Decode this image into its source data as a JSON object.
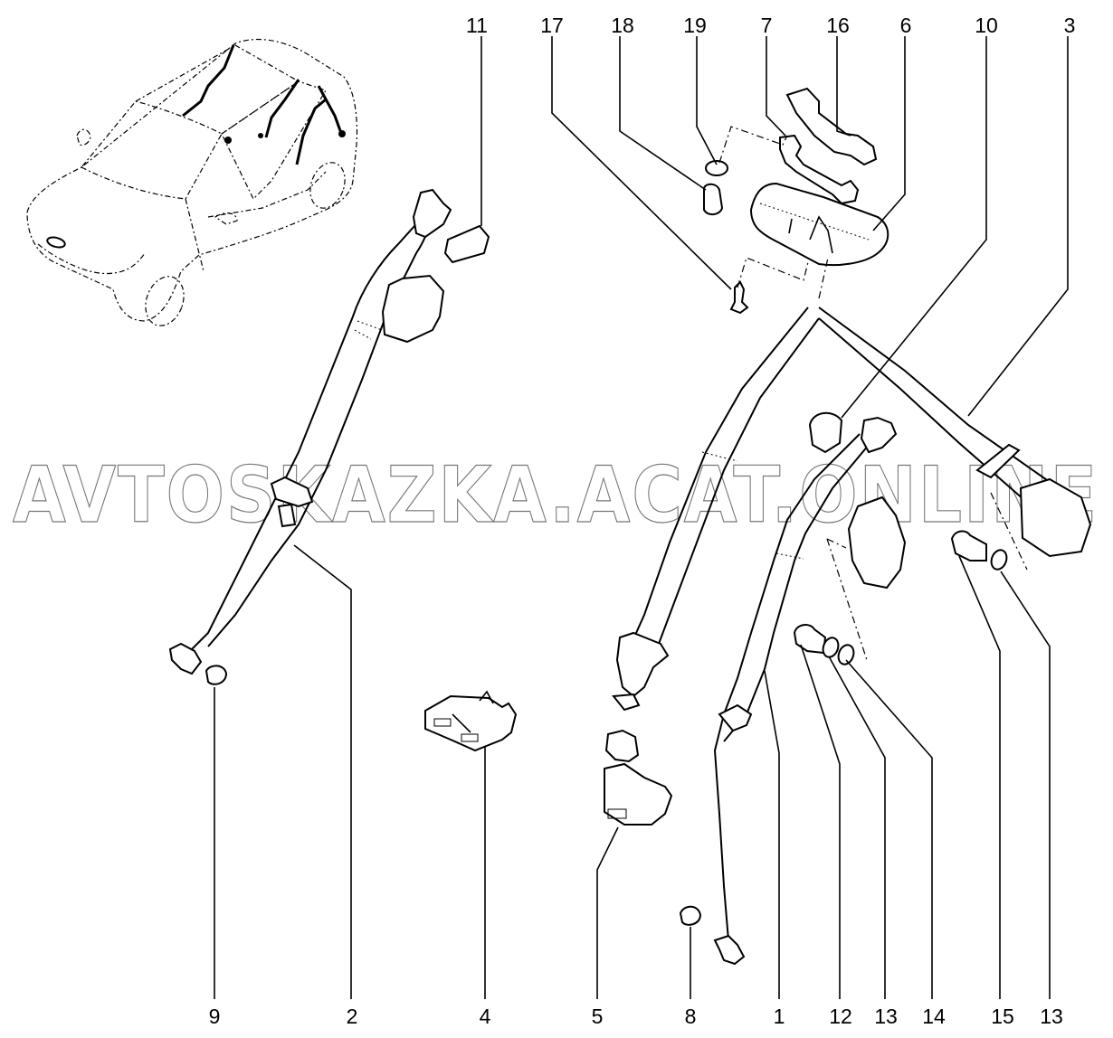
{
  "diagram": {
    "title": "Seat belts exploded view",
    "watermark": "AVTOSKAZKA.ACAT.ONLINE",
    "callouts_top": [
      {
        "id": "c11",
        "label": "11"
      },
      {
        "id": "c17",
        "label": "17"
      },
      {
        "id": "c18",
        "label": "18"
      },
      {
        "id": "c19",
        "label": "19"
      },
      {
        "id": "c7",
        "label": "7"
      },
      {
        "id": "c16",
        "label": "16"
      },
      {
        "id": "c6",
        "label": "6"
      },
      {
        "id": "c10",
        "label": "10"
      },
      {
        "id": "c3",
        "label": "3"
      }
    ],
    "callouts_bottom": [
      {
        "id": "c9",
        "label": "9"
      },
      {
        "id": "c2",
        "label": "2"
      },
      {
        "id": "c4",
        "label": "4"
      },
      {
        "id": "c5",
        "label": "5"
      },
      {
        "id": "c8",
        "label": "8"
      },
      {
        "id": "c1",
        "label": "1"
      },
      {
        "id": "c12",
        "label": "12"
      },
      {
        "id": "c13a",
        "label": "13"
      },
      {
        "id": "c14",
        "label": "14"
      },
      {
        "id": "c15",
        "label": "15"
      },
      {
        "id": "c13b",
        "label": "13"
      }
    ],
    "colors": {
      "line": "#000000",
      "background": "#ffffff",
      "watermark": "#777777"
    }
  }
}
